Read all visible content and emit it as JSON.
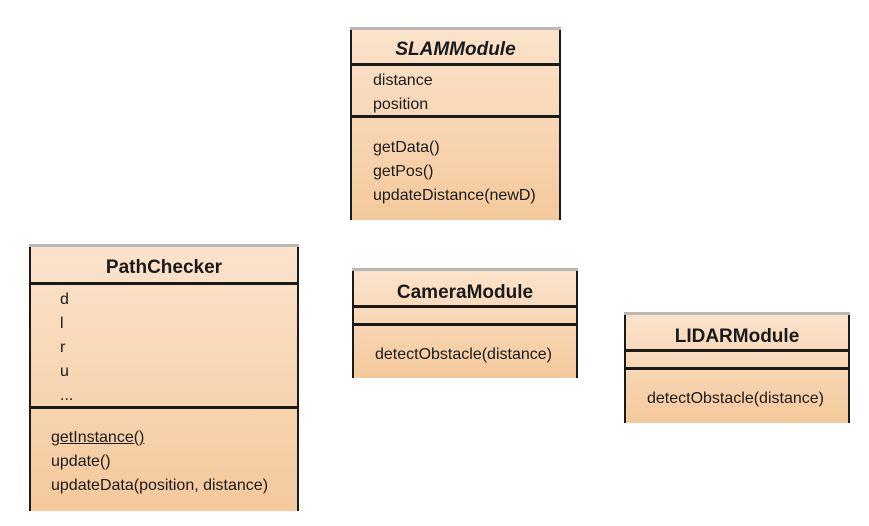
{
  "classes": {
    "slam": {
      "name": "SLAMModule",
      "attributes": [
        "distance",
        "position"
      ],
      "operations": [
        "getData()",
        "getPos()",
        "updateDistance(newD)"
      ]
    },
    "path_checker": {
      "name": "PathChecker",
      "attributes": [
        "d",
        "l",
        "r",
        "u",
        "..."
      ],
      "operations": [
        "getInstance()",
        "update()",
        "updateData(position, distance)"
      ]
    },
    "camera": {
      "name": "CameraModule",
      "attributes": [],
      "operations": [
        "detectObstacle(distance)"
      ]
    },
    "lidar": {
      "name": "LIDARModule",
      "attributes": [],
      "operations": [
        "detectObstacle(distance)"
      ]
    }
  },
  "colors": {
    "fill_top": "#fbe3cb",
    "fill_bottom": "#f4c99c",
    "border": "#1a1a1a"
  }
}
